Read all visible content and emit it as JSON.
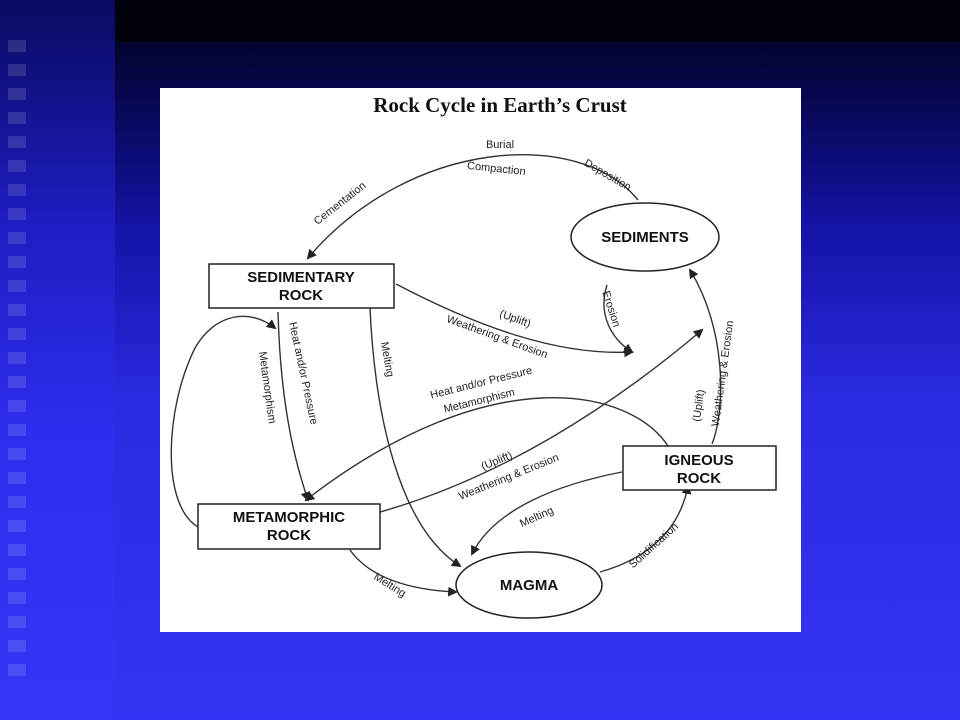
{
  "diagram": {
    "title": "Rock Cycle in Earth’s Crust",
    "nodes": {
      "sediments": "SEDIMENTS",
      "sedimentary_line1": "SEDIMENTARY",
      "sedimentary_line2": "ROCK",
      "metamorphic_line1": "METAMORPHIC",
      "metamorphic_line2": "ROCK",
      "igneous_line1": "IGNEOUS",
      "igneous_line2": "ROCK",
      "magma": "MAGMA"
    },
    "labels": {
      "burial": "Burial",
      "compaction": "Compaction",
      "cementation": "Cementation",
      "deposition": "Deposition",
      "erosion": "Erosion",
      "uplift_1": "(Uplift)",
      "weathering_erosion_1": "Weathering & Erosion",
      "heat_pressure_left": "Heat and/or Pressure",
      "metamorphism_left": "Metamorphism",
      "melting_sed": "Melting",
      "heat_pressure_mid": "Heat and/or Pressure",
      "metamorphism_mid": "Metamorphism",
      "uplift_2": "(Uplift)",
      "weathering_erosion_2": "Weathering & Erosion",
      "uplift_3": "(Uplift)",
      "weathering_erosion_3": "Weathering & Erosion",
      "melting_igneous": "Melting",
      "melting_meta": "Melting",
      "solidification": "Solidification"
    },
    "colors": {
      "slide_background": "#3333ee",
      "panel": "#ffffff",
      "ink": "#222222"
    }
  }
}
